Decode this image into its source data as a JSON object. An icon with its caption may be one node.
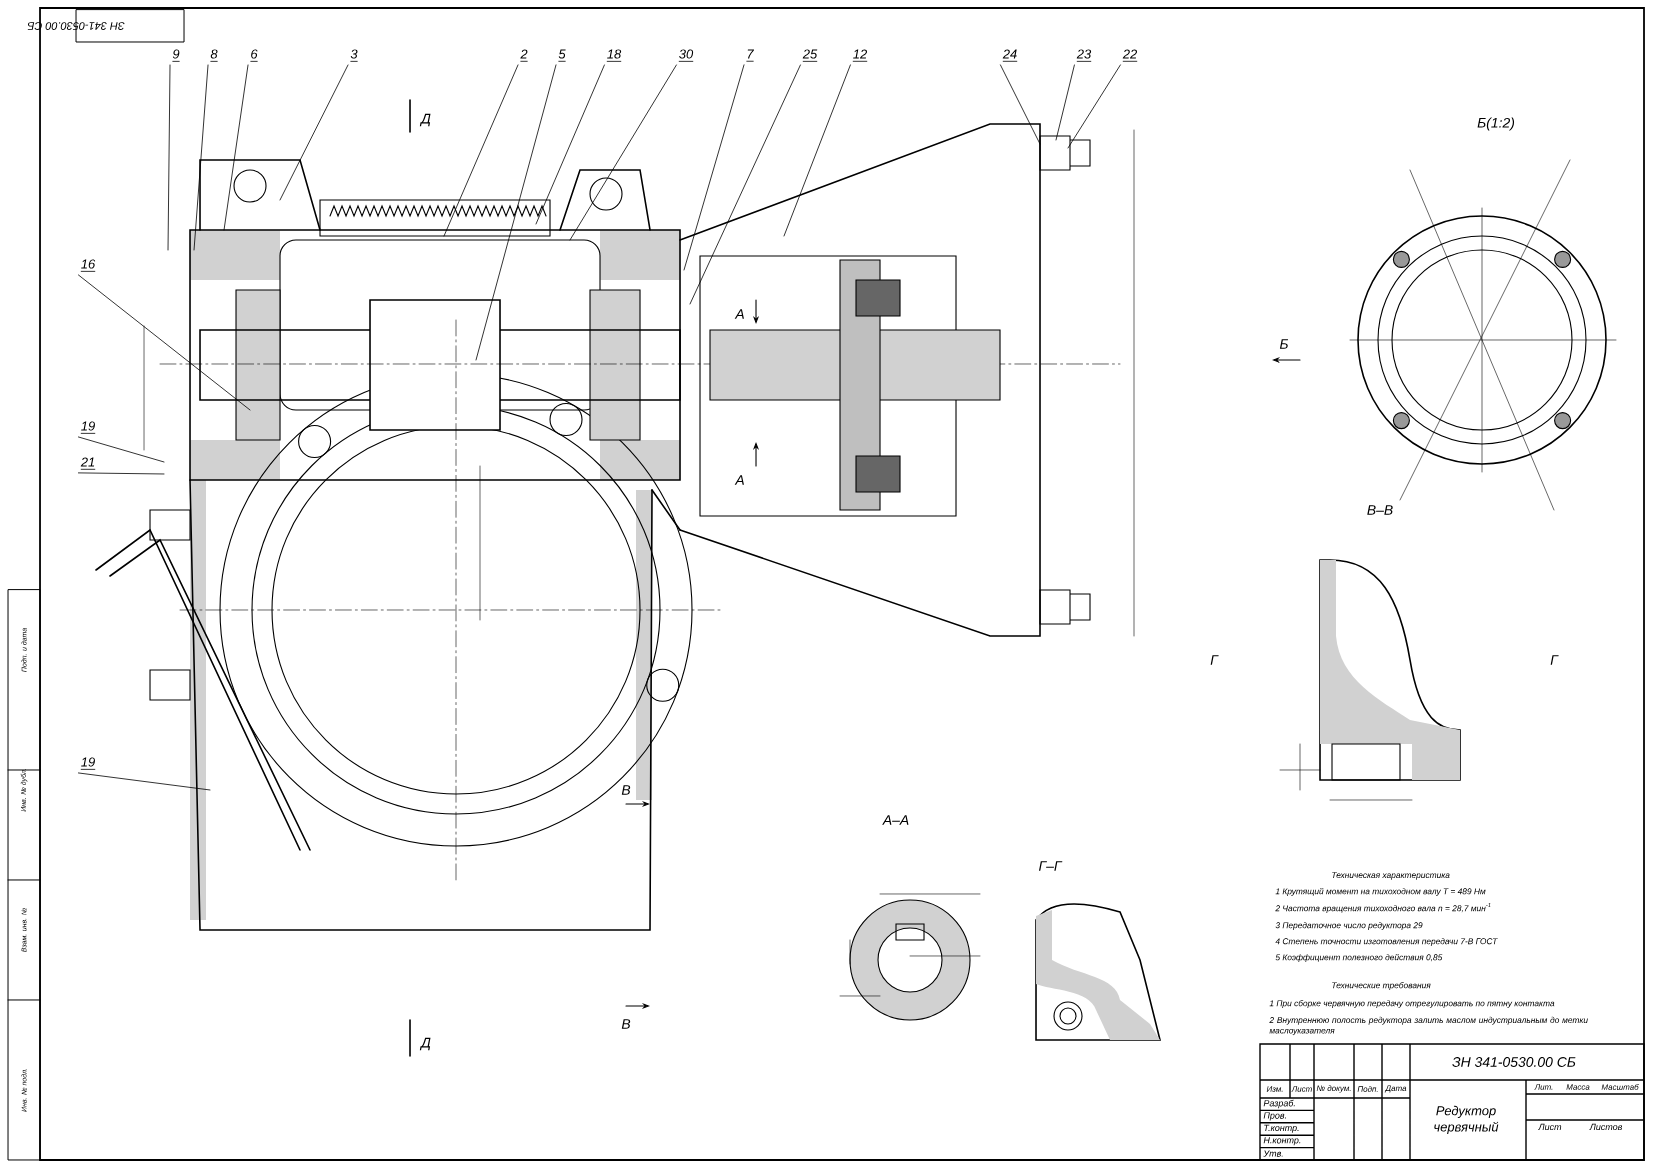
{
  "diagram": {
    "nodes": [
      {
        "text": [
          "9"
        ]
      },
      {
        "text": [
          "8"
        ]
      },
      {
        "text": [
          "6"
        ]
      },
      {
        "text": [
          "3"
        ]
      },
      {
        "text": [
          "2"
        ]
      },
      {
        "text": [
          "5"
        ]
      },
      {
        "text": [
          "18"
        ]
      },
      {
        "text": [
          "30"
        ]
      },
      {
        "text": [
          "7"
        ]
      },
      {
        "text": [
          "25"
        ]
      },
      {
        "text": [
          "12"
        ]
      },
      {
        "text": [
          "24"
        ]
      },
      {
        "text": [
          "23"
        ]
      },
      {
        "text": [
          "22"
        ]
      },
      {
        "text": [
          "16"
        ]
      },
      {
        "text": [
          "19"
        ]
      },
      {
        "text": [
          "21"
        ]
      },
      {
        "text": [
          "19"
        ]
      }
    ],
    "edges": [
      {
        "from": 0,
        "to": null,
        "arrow": "none"
      },
      {
        "from": 1,
        "to": null,
        "arrow": "none"
      },
      {
        "from": 2,
        "to": null,
        "arrow": "none"
      },
      {
        "from": 3,
        "to": null,
        "arrow": "none"
      },
      {
        "from": 4,
        "to": null,
        "arrow": "none"
      },
      {
        "from": 5,
        "to": null,
        "arrow": "none"
      },
      {
        "from": 6,
        "to": null,
        "arrow": "none"
      },
      {
        "from": 7,
        "to": null,
        "arrow": "none"
      },
      {
        "from": 8,
        "to": null,
        "arrow": "none"
      },
      {
        "from": 9,
        "to": null,
        "arrow": "none"
      },
      {
        "from": 10,
        "to": null,
        "arrow": "none"
      },
      {
        "from": 11,
        "to": null,
        "arrow": "none"
      },
      {
        "from": 12,
        "to": null,
        "arrow": "none"
      },
      {
        "from": 13,
        "to": null,
        "arrow": "none"
      },
      {
        "from": 14,
        "to": null,
        "arrow": "none"
      },
      {
        "from": 15,
        "to": null,
        "arrow": "none"
      },
      {
        "from": 16,
        "to": null,
        "arrow": "none"
      },
      {
        "from": 17,
        "to": null,
        "arrow": "none"
      }
    ],
    "labels": [
      "ЗН 341-0530.00 СБ",
      "Д",
      "Б(1:2)",
      "А",
      "А",
      "Б",
      "В–В",
      "Г",
      "Г",
      "В",
      "А–А",
      "Г–Г",
      "Д",
      "В",
      "Техническая характеристика",
      "1 Крутящий момент на тихоходном валу Т = 489 Нм",
      "2 Частота вращения тихоходного вала n = 28,7 мин$^{-1}$",
      "3 Передаточное число редуктора 29",
      "4 Степень точности изготовления передачи 7-В ГОСТ",
      "5 Коэффициент полезного действия 0,85",
      "Технические требования",
      "1 При сборке червячную передачу отрегулировать по пятну контакта",
      "2 Внутреннюю полость редуктора залить маслом индустриальным до метки маслоуказателя",
      "ЗН 341-0530.00 СБ",
      "Редуктор червячный",
      "Изм.",
      "Лист",
      "№ докум.",
      "Подп.",
      "Дата",
      "Разраб.",
      "Пров.",
      "Т.контр.",
      "Н.контр.",
      "Утв.",
      "Лит.",
      "Масса",
      "Масштаб",
      "Лист",
      "Листов",
      "Подп. и дата",
      "Инв. № дубл.",
      "Взам. инв. №",
      "Инв. № подл."
    ]
  }
}
